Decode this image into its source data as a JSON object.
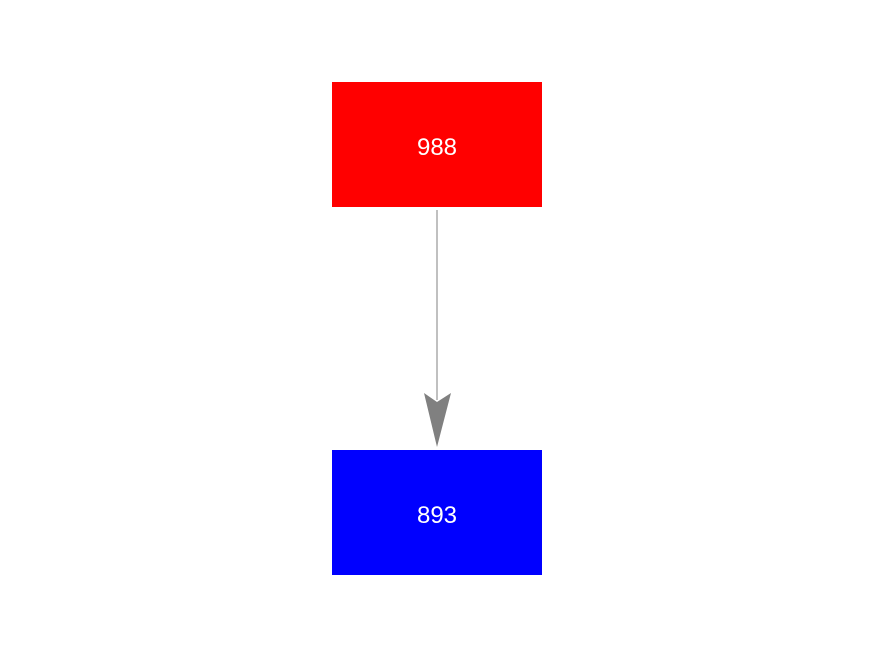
{
  "nodes": [
    {
      "id": "988",
      "label": "988",
      "color": "#ff0000"
    },
    {
      "id": "893",
      "label": "893",
      "color": "#0000ff"
    }
  ],
  "edges": [
    {
      "from": "988",
      "to": "893",
      "color": "#808080"
    }
  ]
}
